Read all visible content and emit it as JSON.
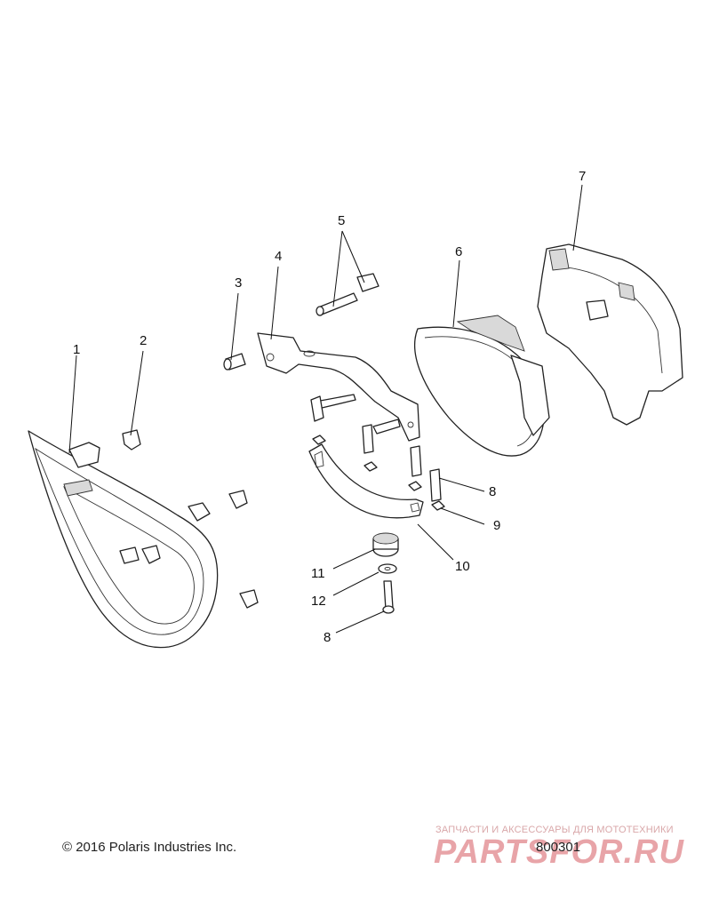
{
  "callouts": [
    {
      "id": "c1",
      "label": "1"
    },
    {
      "id": "c2",
      "label": "2"
    },
    {
      "id": "c3",
      "label": "3"
    },
    {
      "id": "c4",
      "label": "4"
    },
    {
      "id": "c5",
      "label": "5"
    },
    {
      "id": "c6",
      "label": "6"
    },
    {
      "id": "c7",
      "label": "7"
    },
    {
      "id": "c8a",
      "label": "8"
    },
    {
      "id": "c9",
      "label": "9"
    },
    {
      "id": "c10",
      "label": "10"
    },
    {
      "id": "c11",
      "label": "11"
    },
    {
      "id": "c12",
      "label": "12"
    },
    {
      "id": "c8b",
      "label": "8"
    }
  ],
  "footer": {
    "copyright": "© 2016 Polaris Industries Inc.",
    "figure_id": "800301"
  },
  "watermark": {
    "tagline": "ЗАПЧАСТИ И АКСЕССУАРЫ ДЛЯ МОТОТЕХНИКИ",
    "logo": "PARTSFOR.RU"
  },
  "colors": {
    "line": "#222222",
    "watermark": "#d65a60"
  }
}
